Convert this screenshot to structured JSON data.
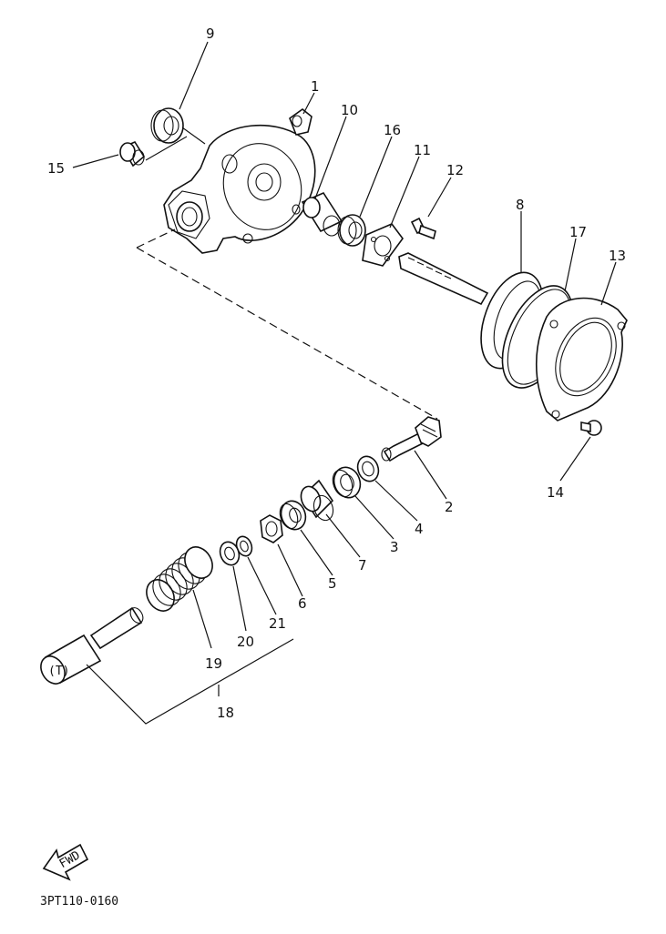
{
  "diagram": {
    "figure_code": "3PT110-0160",
    "fwd_label": "FWD",
    "part_numbers": {
      "p1": "1",
      "p2": "2",
      "p3": "3",
      "p4": "4",
      "p5": "5",
      "p6": "6",
      "p7": "7",
      "p8": "8",
      "p9": "9",
      "p10": "10",
      "p11": "11",
      "p12": "12",
      "p13": "13",
      "p14": "14",
      "p15": "15",
      "p16": "16",
      "p17": "17",
      "p18": "18",
      "p19": "19",
      "p20": "20",
      "p21": "21"
    }
  }
}
